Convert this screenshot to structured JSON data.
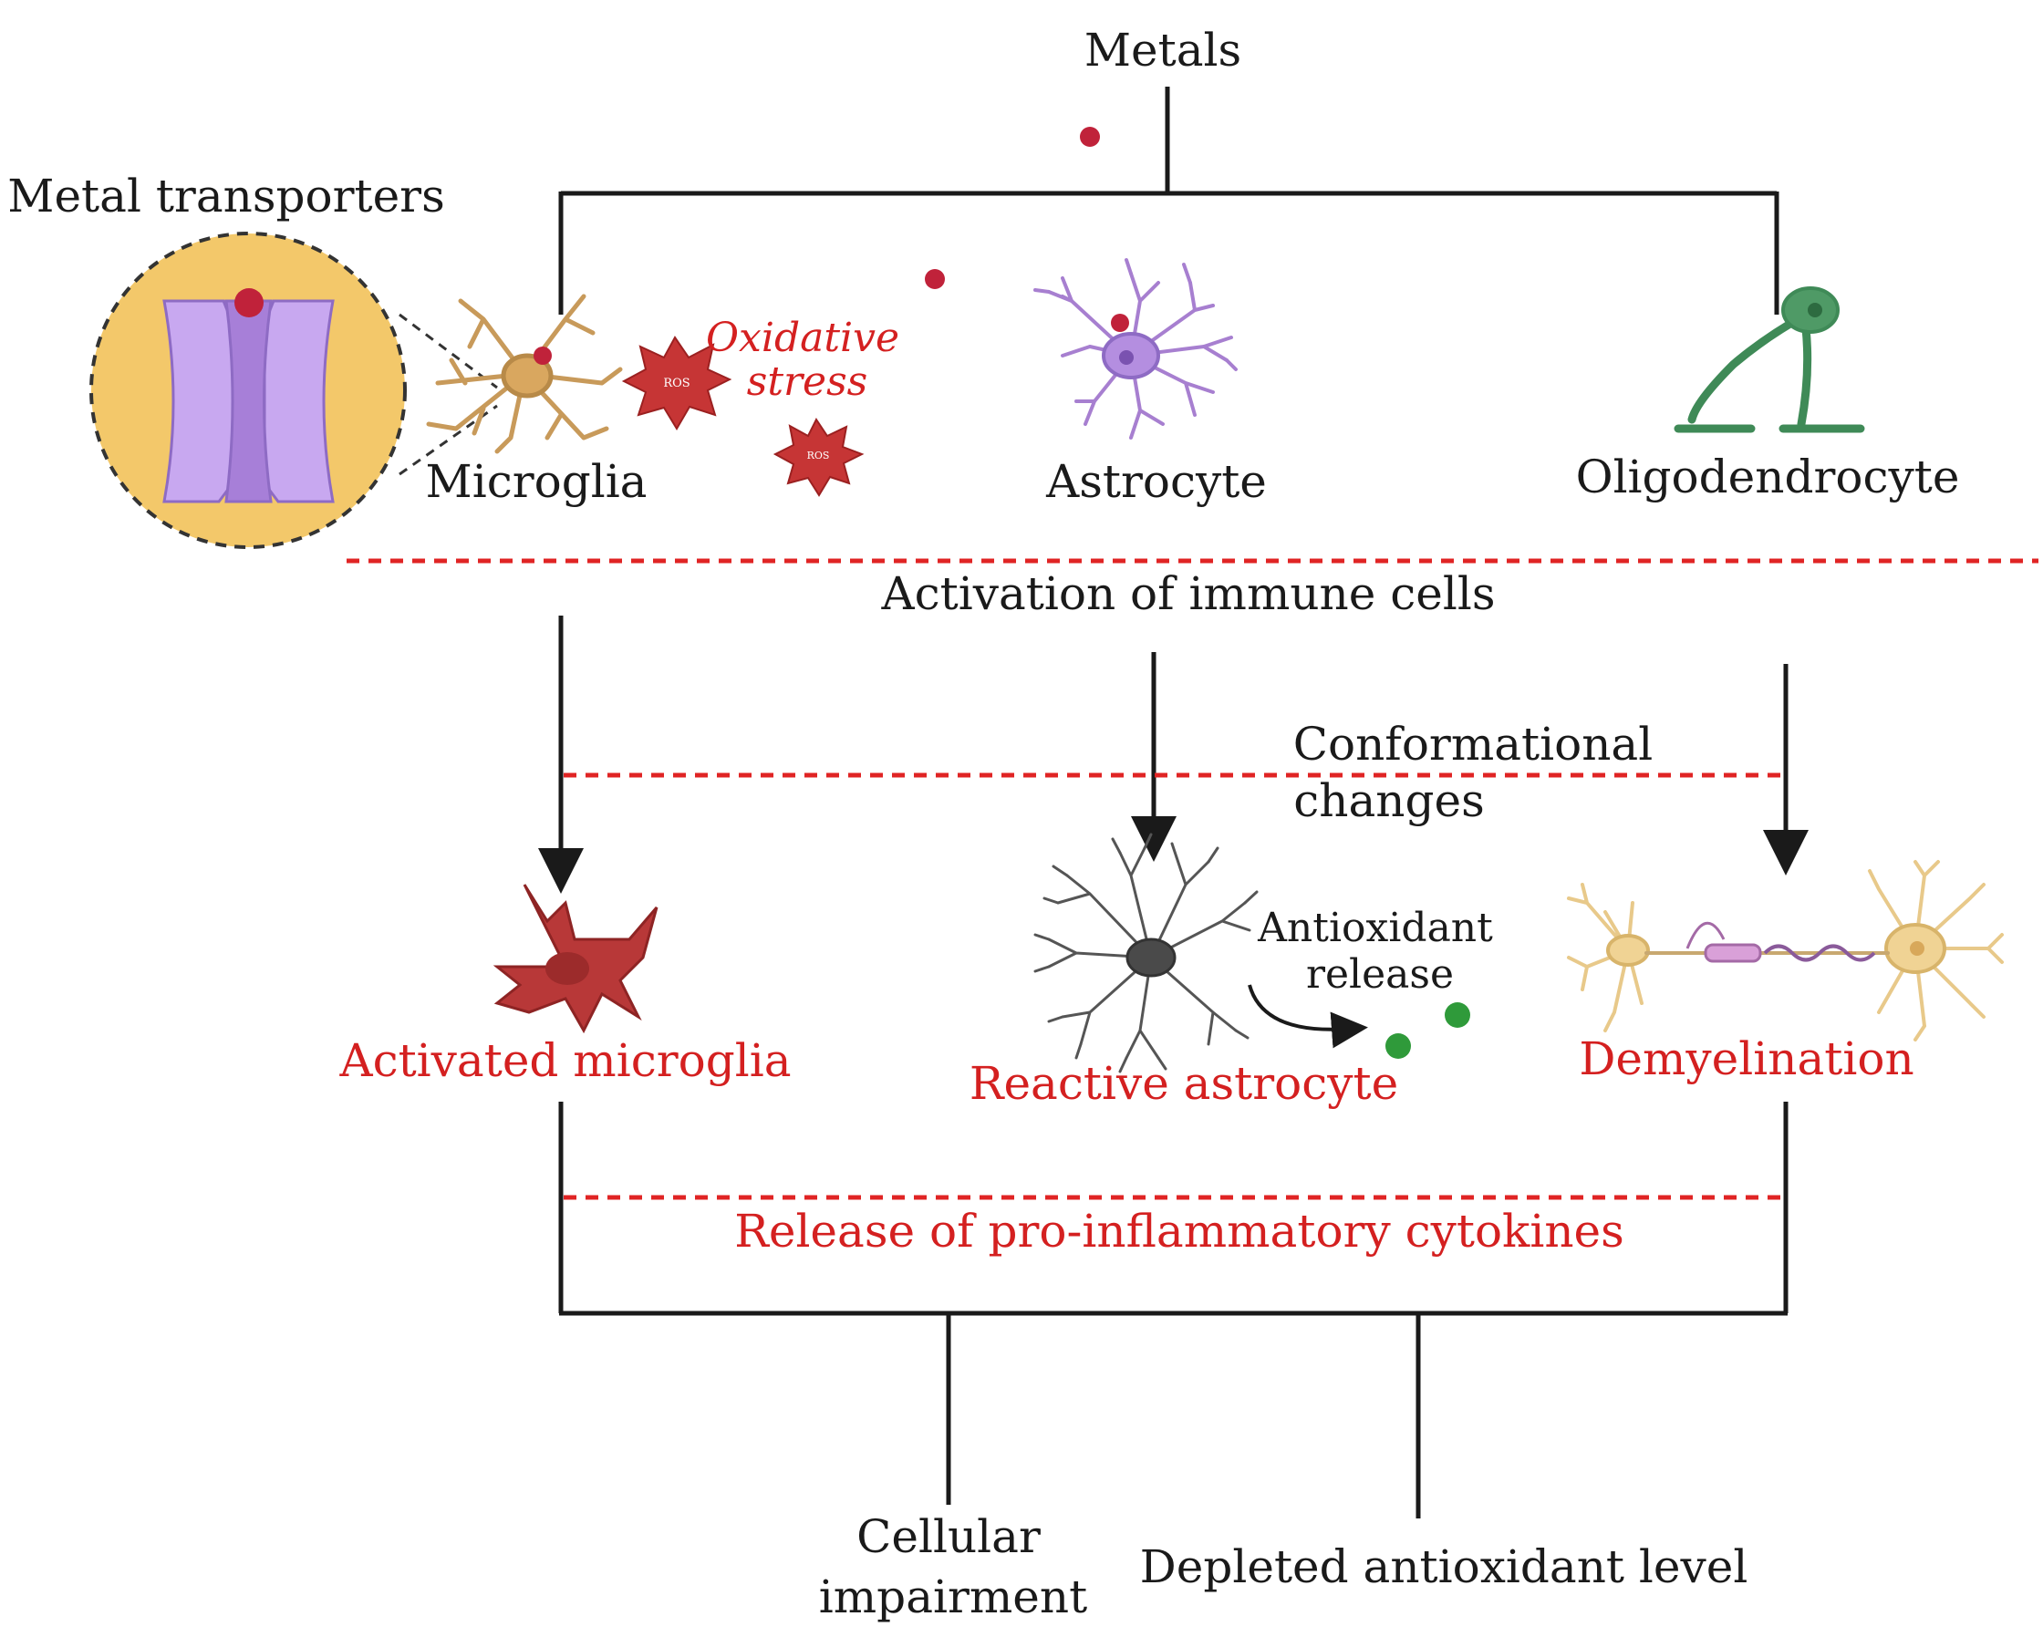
{
  "diagram": {
    "top_label": "Metals",
    "transporter_label": "Metal transporters",
    "cells": {
      "microglia": "Microglia",
      "astrocyte": "Astrocyte",
      "oligodendrocyte": "Oligodendrocyte"
    },
    "oxidative_stress": [
      "Oxidative",
      "stress"
    ],
    "ros_badge": "ROS",
    "activation_label": "Activation of immune cells",
    "conformational": [
      "Conformational",
      "changes"
    ],
    "outcomes": {
      "activated_microglia": "Activated microglia",
      "reactive_astrocyte": "Reactive astrocyte",
      "demyelination": "Demyelination"
    },
    "antioxidant": [
      "Antioxidant",
      "release"
    ],
    "cytokines_label": "Release of pro-inflammatory cytokines",
    "bottom": {
      "cellular": [
        "Cellular",
        "impairment"
      ],
      "depleted": "Depleted antioxidant level"
    },
    "colors": {
      "metal": "#c0223a",
      "red_label": "#d42020",
      "microglia": "#c89a5a",
      "astrocyte": "#a77fd0",
      "oligodendrocyte": "#3f8a57",
      "activated_microglia": "#b83838",
      "reactive_astrocyte": "#555555",
      "antioxidant": "#2f9a3a",
      "transporter_bg": "#f3c86a",
      "transporter": "#b897e6"
    }
  }
}
